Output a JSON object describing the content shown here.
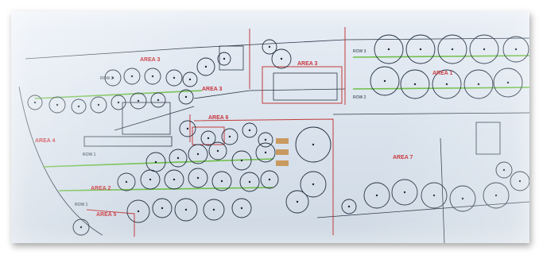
{
  "plan": {
    "areas": [
      {
        "id": "area-1",
        "label": "AREA 1"
      },
      {
        "id": "area-2",
        "label": "AREA 2"
      },
      {
        "id": "area-3",
        "label": "AREA 3"
      },
      {
        "id": "area-4",
        "label": "AREA 4"
      },
      {
        "id": "area-5",
        "label": "AREA 5"
      },
      {
        "id": "area-6",
        "label": "AREA 6"
      },
      {
        "id": "area-7",
        "label": "AREA 7"
      }
    ],
    "rows": [
      {
        "id": "row-1",
        "label": "ROW 1"
      },
      {
        "id": "row-2",
        "label": "ROW 2"
      },
      {
        "id": "row-3",
        "label": "ROW 3"
      }
    ],
    "colors": {
      "area_label": "#c9323a",
      "boundary": "#c23b3b",
      "tree_row": "#6fbf4a",
      "linework": "#233040"
    }
  }
}
